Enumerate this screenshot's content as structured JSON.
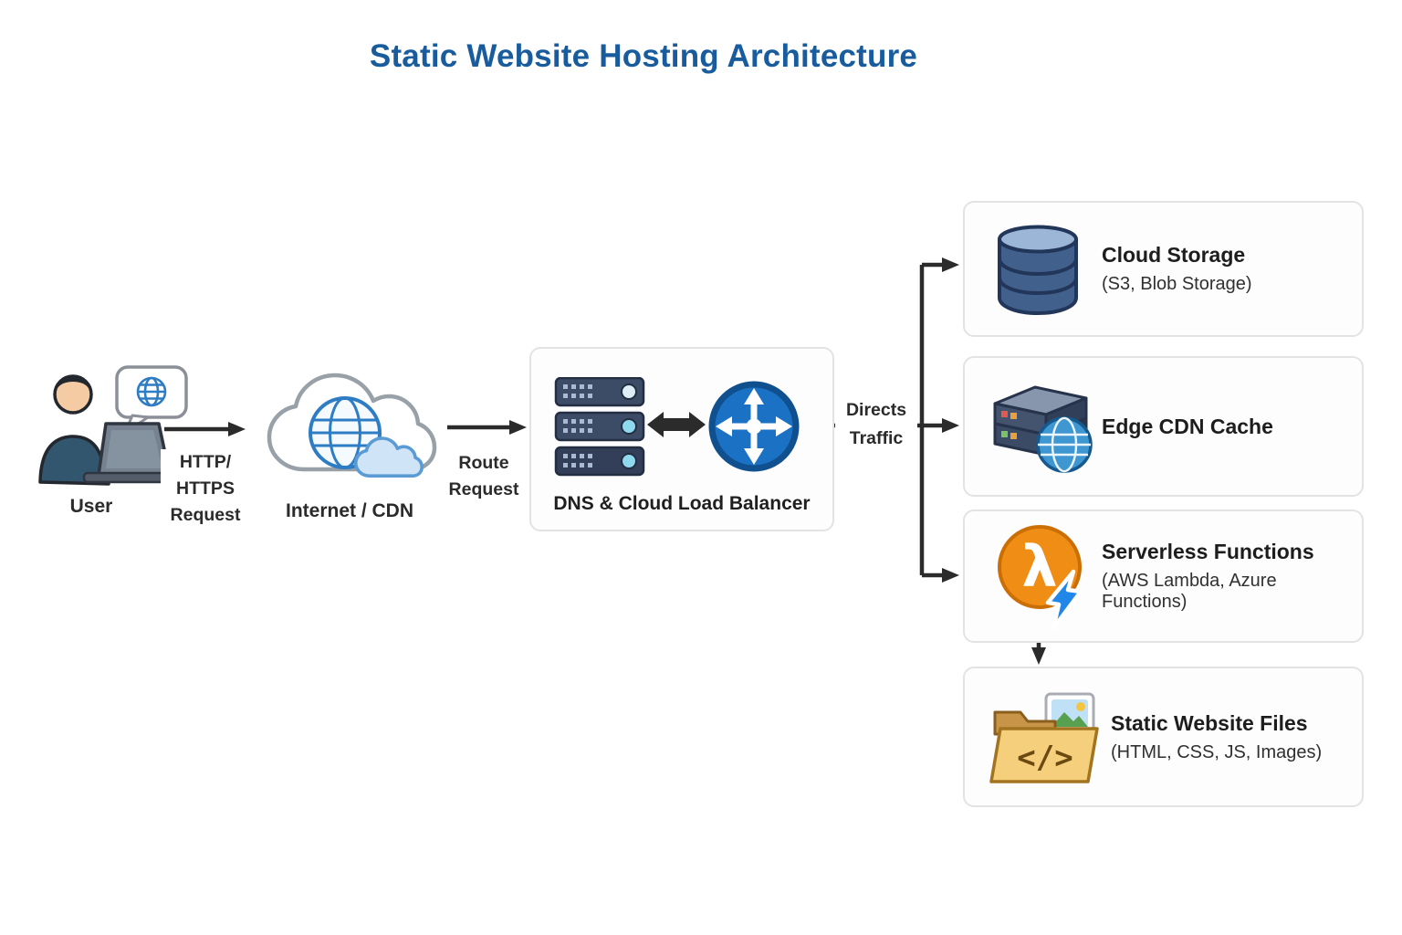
{
  "title": "Static Website Hosting Architecture",
  "colors": {
    "title_blue": "#195c9d",
    "arrow": "#2b2b2b",
    "router_blue": "#1b72c4",
    "lambda_orange": "#ef8d15",
    "lightning_blue": "#2086e8",
    "database_blue": "#41608c",
    "folder_tan": "#f6cf7d",
    "globe_blue": "#2e7cc3"
  },
  "nodes": {
    "user": {
      "label": "User",
      "icon": "user-at-laptop-icon"
    },
    "internet": {
      "label": "Internet / CDN",
      "icon": "cloud-globe-icon"
    },
    "load_balancer": {
      "label": "DNS & Cloud Load Balancer",
      "icon": "server-stack-icon router-icon"
    },
    "cloud_storage": {
      "title": "Cloud Storage",
      "subtitle": "(S3, Blob Storage)",
      "icon": "database-icon"
    },
    "edge_cdn": {
      "title": "Edge CDN Cache",
      "icon": "edge-server-globe-icon"
    },
    "serverless": {
      "title": "Serverless Functions",
      "subtitle": "(AWS Lambda, Azure Functions)",
      "icon": "lambda-lightning-icon"
    },
    "static_files": {
      "title": "Static Website Files",
      "subtitle": "(HTML, CSS, JS, Images)",
      "icon": "folder-code-icon"
    }
  },
  "edges": {
    "http_request": "HTTP/\nHTTPS\nRequest",
    "route_request": "Route\nRequest",
    "directs_traffic": "Directs\nTraffic"
  }
}
